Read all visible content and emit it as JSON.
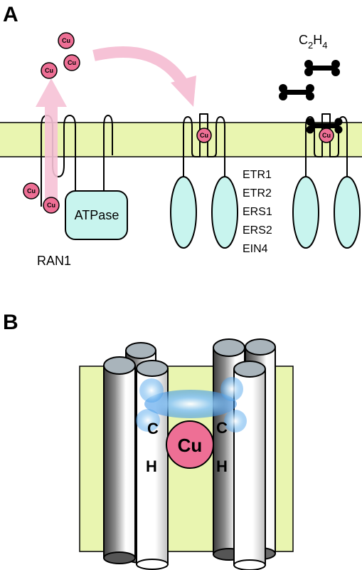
{
  "panel_a": {
    "label": "A",
    "copper_label": "Cu",
    "ethylene": {
      "prefix": "C",
      "sub1": "2",
      "mid": "H",
      "sub2": "4"
    },
    "atpase_label": "ATPase",
    "ran1_label": "RAN1",
    "receptors": [
      "ETR1",
      "ETR2",
      "ERS1",
      "ERS2",
      "EIN4"
    ]
  },
  "panel_b": {
    "label": "B",
    "copper_label": "Cu",
    "residue_c": "C",
    "residue_h": "H"
  },
  "colors": {
    "membrane": "#e9f5b0",
    "receptor_domain": "#c8f4ee",
    "copper": "#ee6f95",
    "arrow": "#f6c2d6",
    "helix_dark": "#555555",
    "helix_light": "#ffffff",
    "helix_top": "#a9b4bb",
    "glow": "#4ea6ee"
  }
}
